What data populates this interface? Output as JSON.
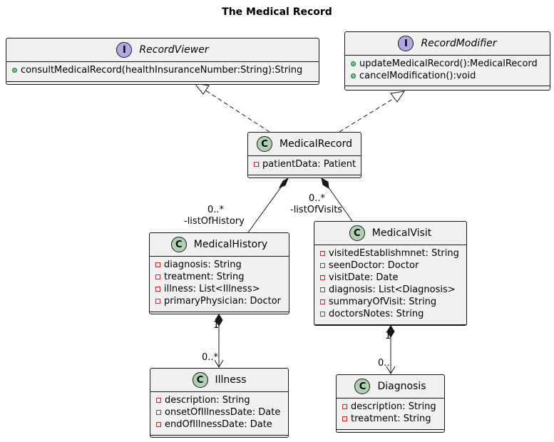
{
  "diagram": {
    "title": "The Medical Record",
    "interfaces": [
      {
        "name": "RecordViewer",
        "methods": [
          "consultMedicalRecord(healthInsuranceNumber:String):String"
        ]
      },
      {
        "name": "RecordModifier",
        "methods": [
          "updateMedicalRecord():MedicalRecord",
          "cancelModification():void"
        ]
      }
    ],
    "classes": [
      {
        "name": "MedicalRecord",
        "attributes": [
          "patientData: Patient"
        ]
      },
      {
        "name": "MedicalHistory",
        "attributes": [
          "diagnosis: String",
          "treatment: String",
          "illness: List<Illness>",
          "primaryPhysician: Doctor"
        ]
      },
      {
        "name": "MedicalVisit",
        "attributes": [
          "visitedEstablishmnet: String",
          "seenDoctor: Doctor",
          "visitDate: Date",
          "diagnosis: List<Diagnosis>",
          "summaryOfVisit: String",
          "doctorsNotes: String"
        ]
      },
      {
        "name": "Illness",
        "attributes": [
          "description: String",
          "onsetOfIllnessDate: Date",
          "endOfIllnessDate: Date"
        ]
      },
      {
        "name": "Diagnosis",
        "attributes": [
          "description: String",
          "treatment: String"
        ]
      }
    ],
    "stereotype_letters": {
      "class": "C",
      "interface": "I"
    },
    "relations": [
      {
        "from": "MedicalRecord",
        "to": "RecordViewer",
        "kind": "realization"
      },
      {
        "from": "MedicalRecord",
        "to": "RecordModifier",
        "kind": "realization"
      },
      {
        "from": "MedicalRecord",
        "to": "MedicalHistory",
        "kind": "composition",
        "multiplicity": "0..*",
        "role": "-listOfHistory"
      },
      {
        "from": "MedicalRecord",
        "to": "MedicalVisit",
        "kind": "composition",
        "multiplicity": "0..*",
        "role": "-listOfVisits"
      },
      {
        "from": "MedicalHistory",
        "to": "Illness",
        "kind": "composition",
        "source_multiplicity": "1",
        "target_multiplicity": "0..*"
      },
      {
        "from": "MedicalVisit",
        "to": "Diagnosis",
        "kind": "composition",
        "source_multiplicity": "1",
        "target_multiplicity": "0.."
      }
    ],
    "colors": {
      "class_badge": "#add1b2",
      "interface_badge": "#b4a7e5",
      "box_fill": "#f1f1f1",
      "private_marker": "#c82930",
      "public_marker": "#84be84"
    }
  }
}
